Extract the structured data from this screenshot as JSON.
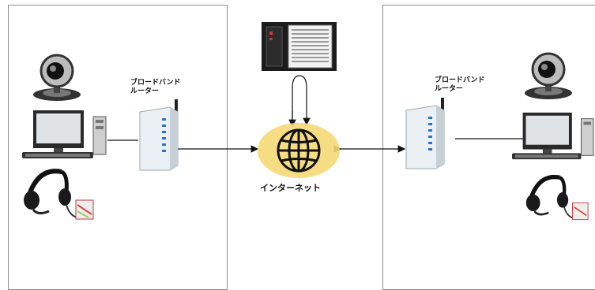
{
  "left": {
    "router_label_line1": "ブロードバンド",
    "router_label_line2": "ルーター"
  },
  "right": {
    "router_label_line1": "ブロードバンド",
    "router_label_line2": "ルーター"
  },
  "internet": {
    "label": "インターネット"
  },
  "icons": {
    "webcam": "webcam-icon",
    "pc": "desktop-pc-icon",
    "headset": "headset-icon",
    "router": "router-icon",
    "server": "server-icon",
    "globe": "globe-icon"
  },
  "colors": {
    "globe_fill": "#f5d977",
    "globe_lines": "#111111",
    "arrow": "#111111",
    "panel_border": "#8a8a8a"
  }
}
